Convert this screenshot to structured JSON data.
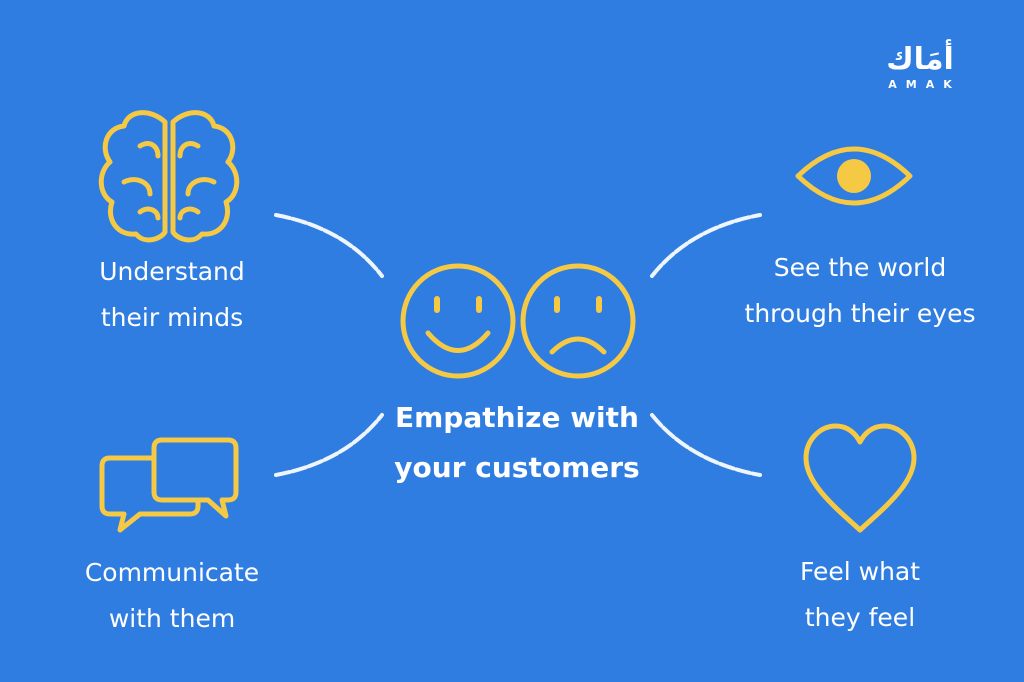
{
  "logo": {
    "arabic": "أمَاك",
    "latin": "AMAK"
  },
  "center": {
    "line1": "Empathize with",
    "line2": "your customers"
  },
  "nodes": {
    "minds": {
      "line1": "Understand",
      "line2": "their minds",
      "icon": "brain-icon"
    },
    "eyes": {
      "line1": "See the world",
      "line2": "through their eyes",
      "icon": "eye-icon"
    },
    "communicate": {
      "line1": "Communicate",
      "line2": "with them",
      "icon": "speech-bubbles-icon"
    },
    "feel": {
      "line1": "Feel what",
      "line2": "they feel",
      "icon": "heart-icon"
    }
  },
  "colors": {
    "background": "#2f7de0",
    "icon": "#f6c945",
    "text": "#ffffff",
    "connector": "#ffffff"
  }
}
